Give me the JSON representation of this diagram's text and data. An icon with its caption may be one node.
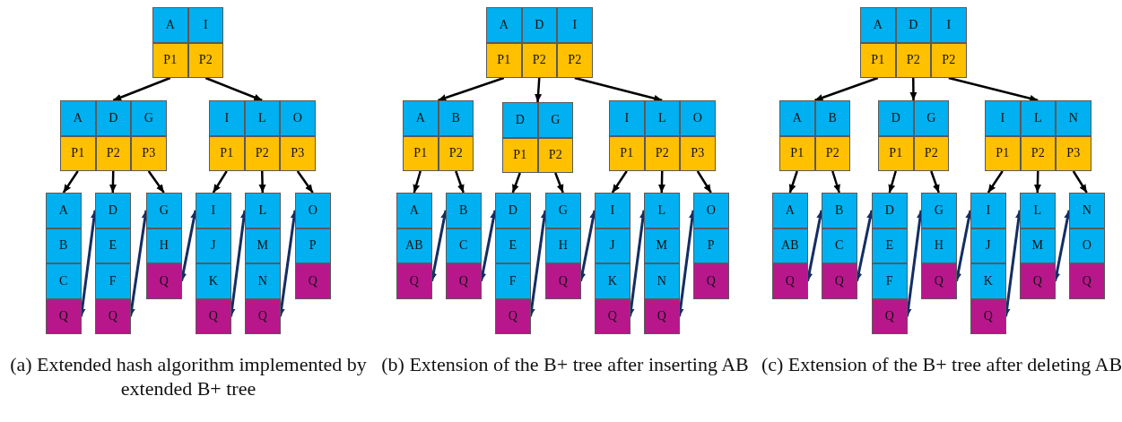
{
  "diagram": {
    "nodes": [
      {
        "text": [
          "A",
          "I",
          "P1",
          "P2"
        ]
      },
      {
        "text": [
          "A",
          "D",
          "G",
          "P1",
          "P2",
          "P3"
        ]
      },
      {
        "text": [
          "I",
          "L",
          "O",
          "P1",
          "P2",
          "P3"
        ]
      },
      {
        "text": [
          "A",
          "B",
          "C",
          "Q"
        ]
      },
      {
        "text": [
          "D",
          "E",
          "F",
          "Q"
        ]
      },
      {
        "text": [
          "G",
          "H",
          "Q"
        ]
      },
      {
        "text": [
          "I",
          "J",
          "K",
          "Q"
        ]
      },
      {
        "text": [
          "L",
          "M",
          "N",
          "Q"
        ]
      },
      {
        "text": [
          "O",
          "P",
          "Q"
        ]
      },
      {
        "text": [
          "A",
          "D",
          "I",
          "P1",
          "P2",
          "P2"
        ]
      },
      {
        "text": [
          "A",
          "B",
          "P1",
          "P2"
        ]
      },
      {
        "text": [
          "D",
          "G",
          "P1",
          "P2"
        ]
      },
      {
        "text": [
          "I",
          "L",
          "O",
          "P1",
          "P2",
          "P3"
        ]
      },
      {
        "text": [
          "A",
          "AB",
          "Q"
        ]
      },
      {
        "text": [
          "B",
          "C",
          "Q"
        ]
      },
      {
        "text": [
          "D",
          "E",
          "F",
          "Q"
        ]
      },
      {
        "text": [
          "G",
          "H",
          "Q"
        ]
      },
      {
        "text": [
          "I",
          "J",
          "K",
          "Q"
        ]
      },
      {
        "text": [
          "L",
          "M",
          "N",
          "Q"
        ]
      },
      {
        "text": [
          "O",
          "P",
          "Q"
        ]
      },
      {
        "text": [
          "A",
          "D",
          "I",
          "P1",
          "P2",
          "P2"
        ]
      },
      {
        "text": [
          "A",
          "B",
          "P1",
          "P2"
        ]
      },
      {
        "text": [
          "D",
          "G",
          "P1",
          "P2"
        ]
      },
      {
        "text": [
          "I",
          "L",
          "N",
          "P1",
          "P2",
          "P3"
        ]
      },
      {
        "text": [
          "A",
          "AB",
          "Q"
        ]
      },
      {
        "text": [
          "B",
          "C",
          "Q"
        ]
      },
      {
        "text": [
          "D",
          "E",
          "F",
          "Q"
        ]
      },
      {
        "text": [
          "G",
          "H",
          "Q"
        ]
      },
      {
        "text": [
          "I",
          "J",
          "K",
          "Q"
        ]
      },
      {
        "text": [
          "L",
          "M",
          "Q"
        ]
      },
      {
        "text": [
          "N",
          "O",
          "Q"
        ]
      }
    ],
    "edges": [
      {
        "from": 0,
        "to": 1,
        "arrow": "to"
      },
      {
        "from": 0,
        "to": 2,
        "arrow": "to"
      },
      {
        "from": 1,
        "to": 3,
        "arrow": "to"
      },
      {
        "from": 1,
        "to": 4,
        "arrow": "to"
      },
      {
        "from": 1,
        "to": 5,
        "arrow": "to"
      },
      {
        "from": 2,
        "to": 6,
        "arrow": "to"
      },
      {
        "from": 2,
        "to": 7,
        "arrow": "to"
      },
      {
        "from": 2,
        "to": 8,
        "arrow": "to"
      },
      {
        "from": 3,
        "to": 4,
        "arrow": "both",
        "color": "#142e63"
      },
      {
        "from": 4,
        "to": 5,
        "arrow": "both",
        "color": "#142e63"
      },
      {
        "from": 5,
        "to": 6,
        "arrow": "both",
        "color": "#142e63"
      },
      {
        "from": 6,
        "to": 7,
        "arrow": "both",
        "color": "#142e63"
      },
      {
        "from": 7,
        "to": 8,
        "arrow": "both",
        "color": "#142e63"
      },
      {
        "from": 9,
        "to": 10,
        "arrow": "to"
      },
      {
        "from": 9,
        "to": 11,
        "arrow": "to"
      },
      {
        "from": 9,
        "to": 12,
        "arrow": "to"
      },
      {
        "from": 10,
        "to": 13,
        "arrow": "to"
      },
      {
        "from": 10,
        "to": 14,
        "arrow": "to"
      },
      {
        "from": 11,
        "to": 15,
        "arrow": "to"
      },
      {
        "from": 11,
        "to": 16,
        "arrow": "to"
      },
      {
        "from": 12,
        "to": 17,
        "arrow": "to"
      },
      {
        "from": 12,
        "to": 18,
        "arrow": "to"
      },
      {
        "from": 12,
        "to": 19,
        "arrow": "to"
      },
      {
        "from": 13,
        "to": 14,
        "arrow": "both",
        "color": "#142e63"
      },
      {
        "from": 14,
        "to": 15,
        "arrow": "both",
        "color": "#142e63"
      },
      {
        "from": 15,
        "to": 16,
        "arrow": "both",
        "color": "#142e63"
      },
      {
        "from": 16,
        "to": 17,
        "arrow": "both",
        "color": "#142e63"
      },
      {
        "from": 17,
        "to": 18,
        "arrow": "both",
        "color": "#142e63"
      },
      {
        "from": 18,
        "to": 19,
        "arrow": "both",
        "color": "#142e63"
      },
      {
        "from": 20,
        "to": 21,
        "arrow": "to"
      },
      {
        "from": 20,
        "to": 22,
        "arrow": "to"
      },
      {
        "from": 20,
        "to": 23,
        "arrow": "to"
      },
      {
        "from": 21,
        "to": 24,
        "arrow": "to"
      },
      {
        "from": 21,
        "to": 25,
        "arrow": "to"
      },
      {
        "from": 22,
        "to": 26,
        "arrow": "to"
      },
      {
        "from": 22,
        "to": 27,
        "arrow": "to"
      },
      {
        "from": 23,
        "to": 28,
        "arrow": "to"
      },
      {
        "from": 23,
        "to": 29,
        "arrow": "to"
      },
      {
        "from": 23,
        "to": 30,
        "arrow": "to"
      },
      {
        "from": 24,
        "to": 25,
        "arrow": "both",
        "color": "#142e63"
      },
      {
        "from": 25,
        "to": 26,
        "arrow": "both",
        "color": "#142e63"
      },
      {
        "from": 26,
        "to": 27,
        "arrow": "both",
        "color": "#142e63"
      },
      {
        "from": 27,
        "to": 28,
        "arrow": "both",
        "color": "#142e63"
      },
      {
        "from": 28,
        "to": 29,
        "arrow": "both",
        "color": "#142e63"
      },
      {
        "from": 29,
        "to": 30,
        "arrow": "both",
        "color": "#142e63"
      }
    ],
    "labels": [
      "(a) Extended hash algorithm implemented by extended B+ tree",
      "(b) Extension of the B+ tree after inserting AB",
      "(c) Extension of the B+ tree after deleting AB"
    ]
  }
}
